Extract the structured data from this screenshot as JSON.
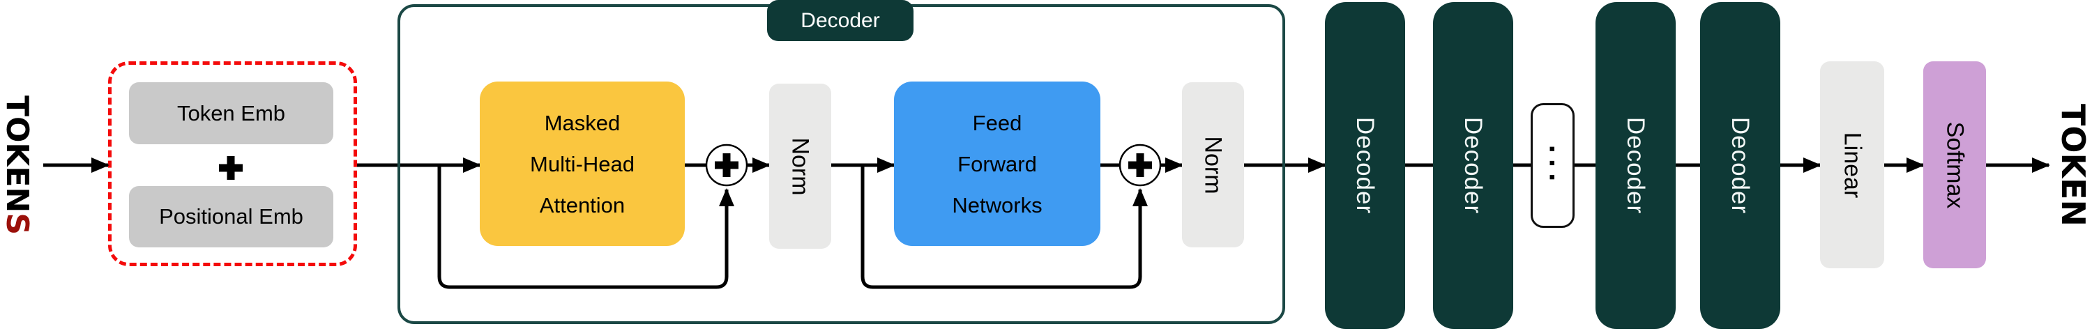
{
  "colors": {
    "teal": "#0E3936",
    "teal_border": "#1B4845",
    "yellow": "#FAC63F",
    "blue": "#3F9BF2",
    "gray_box": "#C9C9C9",
    "gray_light": "#E9E9E8",
    "purple": "#CEA0D6",
    "red_dashed": "#F40B0B",
    "dark_red": "#9B100A",
    "line": "#000000",
    "text_light": "#F2F7F6"
  },
  "labels": {
    "input_main": "TOKEN",
    "input_accent": "S",
    "output": "TOKEN"
  },
  "embedding": {
    "token": "Token Emb",
    "plus": "+",
    "positional": "Positional Emb"
  },
  "decoder_detail": {
    "tab": "Decoder",
    "mha_lines": [
      "Masked",
      "Multi-Head",
      "Attention"
    ],
    "norm": "Norm",
    "ffn_lines": [
      "Feed",
      "Forward",
      "Networks"
    ]
  },
  "stack": {
    "pillar": "Decoder",
    "ellipsis": "..."
  },
  "output_head": {
    "linear": "Linear",
    "softmax": "Softmax"
  },
  "icons": {
    "embedding_add": "add-icon",
    "residual_add_1": "add-icon",
    "residual_add_2": "add-icon"
  }
}
